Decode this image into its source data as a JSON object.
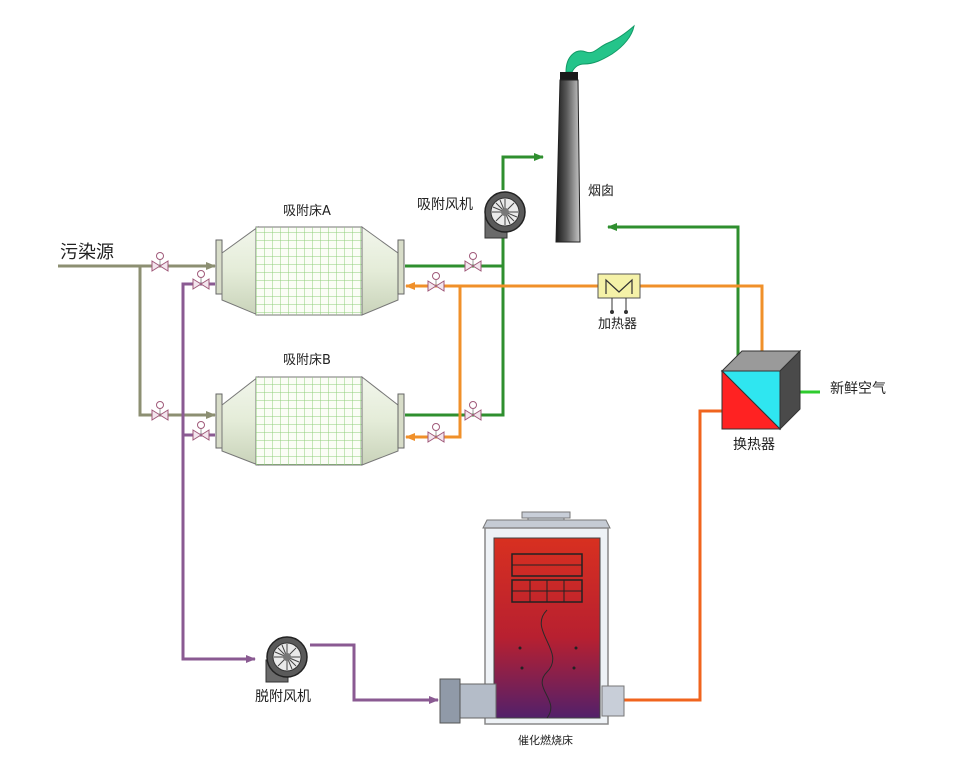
{
  "labels": {
    "pollution_source": "污染源",
    "adsorber_a": "吸附床A",
    "adsorber_b": "吸附床B",
    "adsorption_fan": "吸附风机",
    "chimney": "烟囱",
    "heater": "加热器",
    "heat_exchanger": "换热器",
    "fresh_air": "新鲜空气",
    "desorption_fan": "脱附风机",
    "catalytic_bed": "催化燃烧床"
  },
  "colors": {
    "polluted_gas": "#8c8f72",
    "clean_gas": "#2f8f2f",
    "hot_desorption_air": "#f0902a",
    "desorption_gas": "#8a5a92",
    "combustion_exhaust": "#f0641e",
    "fresh_air": "#2ecc2e",
    "adsorber_grid": "#8fcf7a",
    "smoke": "#24c48a",
    "exchanger_cold": "#2fe6f0",
    "exchanger_hot": "#ff2222"
  },
  "icons": [
    "valve-icon",
    "fan-icon",
    "heater-icon",
    "smoke-icon"
  ]
}
